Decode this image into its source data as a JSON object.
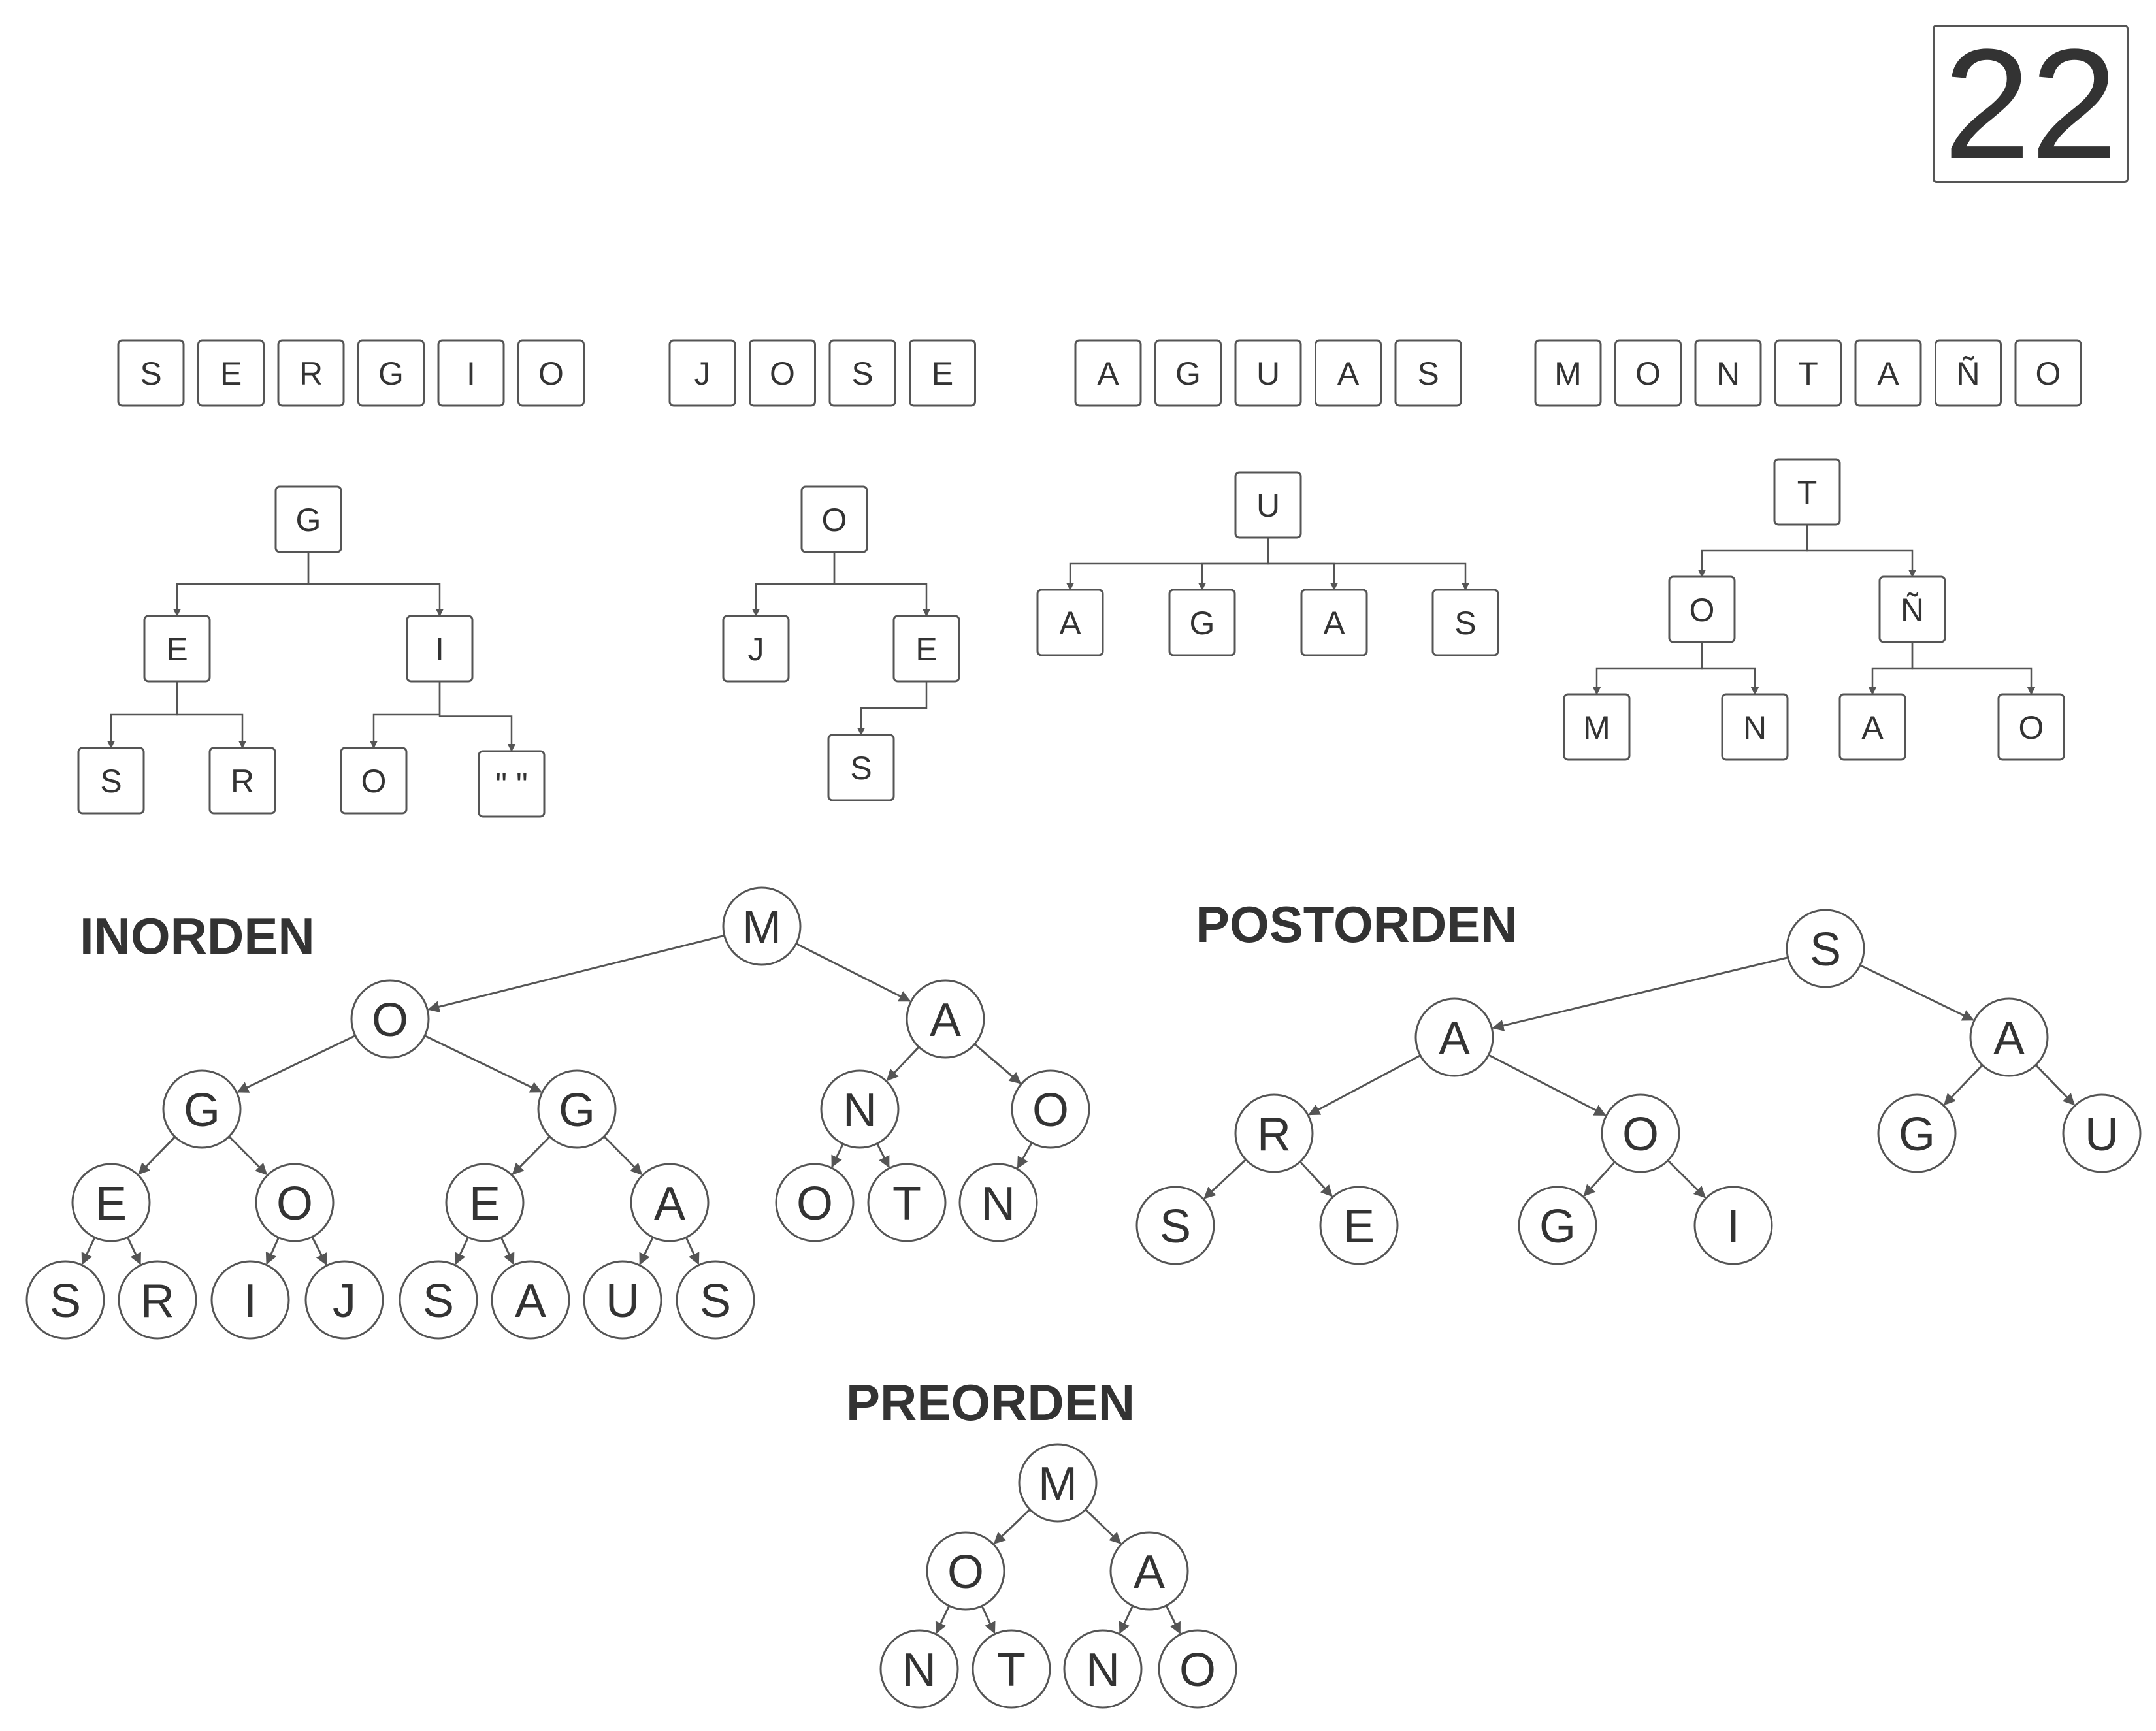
{
  "page_number": "22",
  "colors": {
    "stroke": "#555555",
    "text": "#333333",
    "background": "#ffffff"
  },
  "words": [
    {
      "id": "sergio",
      "letters": [
        "S",
        "E",
        "R",
        "G",
        "I",
        "O"
      ]
    },
    {
      "id": "jose",
      "letters": [
        "J",
        "O",
        "S",
        "E"
      ]
    },
    {
      "id": "aguas",
      "letters": [
        "A",
        "G",
        "U",
        "A",
        "S"
      ]
    },
    {
      "id": "montano",
      "letters": [
        "M",
        "O",
        "N",
        "T",
        "A",
        "Ñ",
        "O"
      ]
    }
  ],
  "word_trees": {
    "sergio": {
      "label": "G",
      "children": [
        {
          "label": "E",
          "children": [
            {
              "label": "S"
            },
            {
              "label": "R"
            }
          ]
        },
        {
          "label": "I",
          "children": [
            {
              "label": "O"
            },
            {
              "label": "\" \""
            }
          ]
        }
      ]
    },
    "jose": {
      "label": "O",
      "children": [
        {
          "label": "J"
        },
        {
          "label": "E",
          "children": [
            {
              "label": "S"
            }
          ]
        }
      ]
    },
    "aguas": {
      "label": "U",
      "children": [
        {
          "label": "A"
        },
        {
          "label": "G"
        },
        {
          "label": "A"
        },
        {
          "label": "S"
        }
      ]
    },
    "montano": {
      "label": "T",
      "children": [
        {
          "label": "O",
          "children": [
            {
              "label": "M"
            },
            {
              "label": "N"
            }
          ]
        },
        {
          "label": "Ñ",
          "children": [
            {
              "label": "A"
            },
            {
              "label": "O"
            }
          ]
        }
      ]
    }
  },
  "headings": {
    "inorden": "INORDEN",
    "postorden": "POSTORDEN",
    "preorden": "PREORDEN"
  },
  "traversal_trees": {
    "inorden": {
      "label": "M",
      "children": [
        {
          "label": "O",
          "children": [
            {
              "label": "G",
              "children": [
                {
                  "label": "E",
                  "children": [
                    {
                      "label": "S"
                    },
                    {
                      "label": "R"
                    }
                  ]
                },
                {
                  "label": "O",
                  "children": [
                    {
                      "label": "I"
                    },
                    {
                      "label": "J"
                    }
                  ]
                }
              ]
            },
            {
              "label": "G",
              "children": [
                {
                  "label": "E",
                  "children": [
                    {
                      "label": "S"
                    },
                    {
                      "label": "A"
                    }
                  ]
                },
                {
                  "label": "A",
                  "children": [
                    {
                      "label": "U"
                    },
                    {
                      "label": "S"
                    }
                  ]
                }
              ]
            }
          ]
        },
        {
          "label": "A",
          "children": [
            {
              "label": "N",
              "children": [
                {
                  "label": "O"
                },
                {
                  "label": "T"
                }
              ]
            },
            {
              "label": "O",
              "children": [
                {
                  "label": "N"
                }
              ]
            }
          ]
        }
      ]
    },
    "postorden": {
      "label": "S",
      "children": [
        {
          "label": "A",
          "children": [
            {
              "label": "R",
              "children": [
                {
                  "label": "S"
                },
                {
                  "label": "E"
                }
              ]
            },
            {
              "label": "O",
              "children": [
                {
                  "label": "G"
                },
                {
                  "label": "I"
                }
              ]
            }
          ]
        },
        {
          "label": "A",
          "children": [
            {
              "label": "G"
            },
            {
              "label": "U"
            }
          ]
        }
      ]
    },
    "preorden": {
      "label": "M",
      "children": [
        {
          "label": "O",
          "children": [
            {
              "label": "N"
            },
            {
              "label": "T"
            }
          ]
        },
        {
          "label": "A",
          "children": [
            {
              "label": "N"
            },
            {
              "label": "O"
            }
          ]
        }
      ]
    }
  }
}
